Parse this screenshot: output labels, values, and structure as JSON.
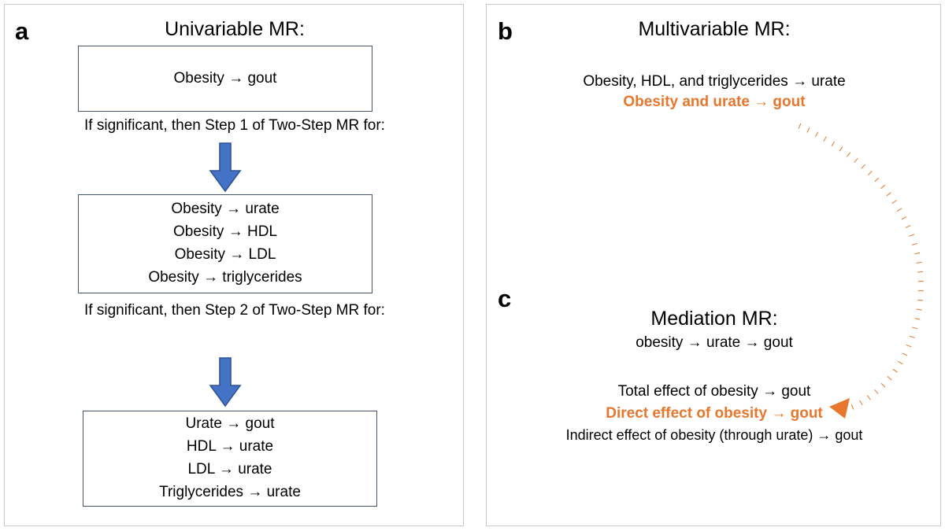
{
  "figure": {
    "accent_orange": "#e8762c",
    "arrow_blue": "#4472c4",
    "arrow_blue_outline": "#2e5496",
    "box_border": "#44546a",
    "panel_border": "#c9c9c9"
  },
  "panel_a": {
    "letter": "a",
    "title": "Univariable MR:",
    "box1": {
      "lines": [
        "Obesity → gout"
      ]
    },
    "connector1": "If significant, then Step 1 of Two-Step MR for:",
    "arrow1_icon": "down-arrow-icon",
    "box2": {
      "lines": [
        "Obesity → urate",
        "Obesity → HDL",
        "Obesity → LDL",
        "Obesity → triglycerides"
      ]
    },
    "connector2": "If significant, then Step 2 of Two-Step MR for:",
    "arrow2_icon": "down-arrow-icon",
    "box3": {
      "lines": [
        "Urate → gout",
        "HDL → urate",
        "LDL → urate",
        "Triglycerides → urate"
      ]
    }
  },
  "panel_b": {
    "letter": "b",
    "title": "Multivariable MR:",
    "lines": [
      {
        "text": "Obesity, HDL, and triglycerides → urate",
        "style": "plain"
      },
      {
        "text": "Obesity and urate → gout",
        "style": "orange-bold"
      }
    ]
  },
  "panel_c": {
    "letter": "c",
    "title": "Mediation MR:",
    "subtitle": "obesity → urate → gout",
    "lines": [
      {
        "text": "Total effect of obesity → gout",
        "style": "plain"
      },
      {
        "text": "Direct effect of obesity → gout",
        "style": "orange-bold"
      },
      {
        "text": "Indirect effect of obesity (through urate) → gout",
        "style": "plain"
      }
    ]
  },
  "annotations": {
    "link_curve_icon": "curved-dotted-arrow-icon",
    "link_curve_description": "Dotted orange curved arrow linking the multivariable MR orange statement to the mediation MR direct-effect orange statement"
  }
}
